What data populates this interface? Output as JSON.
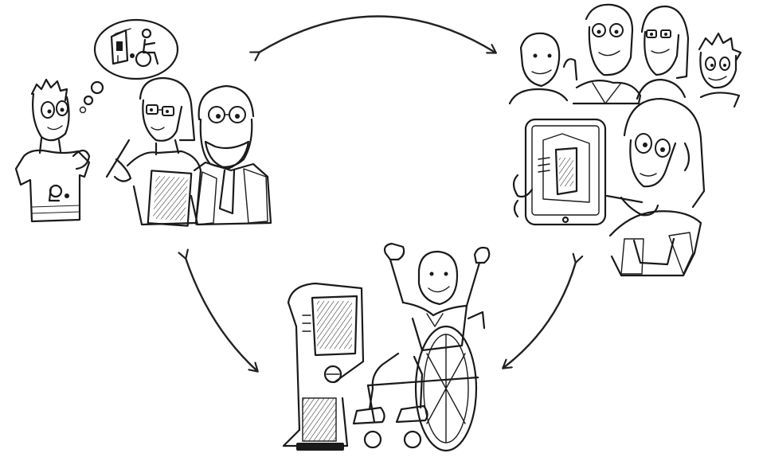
{
  "diagram": {
    "type": "cycle",
    "nodes": [
      {
        "id": "research",
        "figures": [
          "young-man-thinking",
          "woman-with-glasses",
          "old-man-with-beard"
        ],
        "thought_bubble_icons": [
          "building-icon",
          "wheelchair-user-icon"
        ]
      },
      {
        "id": "design",
        "figures": [
          "stakeholder-group",
          "designer-with-tablet"
        ]
      },
      {
        "id": "use",
        "figures": [
          "wheelchair-user-cheering",
          "self-service-kiosk"
        ]
      }
    ],
    "edges": [
      {
        "from": "research",
        "to": "design",
        "bidirectional": true
      },
      {
        "from": "design",
        "to": "use",
        "bidirectional": true
      },
      {
        "from": "use",
        "to": "research",
        "bidirectional": true
      }
    ]
  }
}
